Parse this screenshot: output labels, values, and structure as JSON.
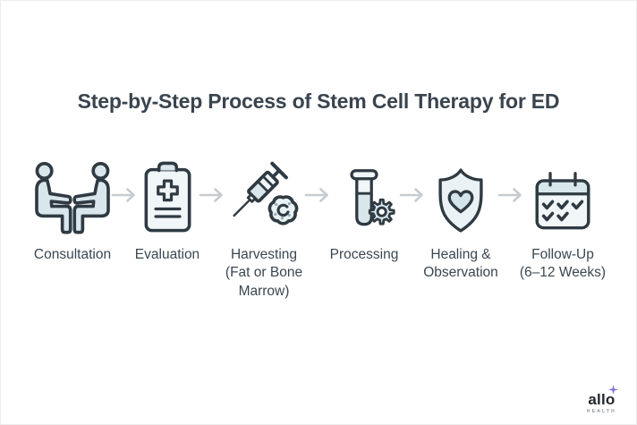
{
  "title": "Step-by-Step Process of Stem Cell Therapy for ED",
  "steps": [
    {
      "name": "consultation",
      "label": "Consultation",
      "sublabel": "",
      "icon": "two-people-consultation-icon"
    },
    {
      "name": "evaluation",
      "label": "Evaluation",
      "sublabel": "",
      "icon": "medical-clipboard-icon"
    },
    {
      "name": "harvesting",
      "label": "Harvesting",
      "sublabel": "(Fat or Bone Marrow)",
      "icon": "syringe-fat-cell-icon"
    },
    {
      "name": "processing",
      "label": "Processing",
      "sublabel": "",
      "icon": "test-tube-gear-icon"
    },
    {
      "name": "healing",
      "label": "Healing &",
      "sublabel": "Observation",
      "icon": "shield-heart-icon"
    },
    {
      "name": "followup",
      "label": "Follow-Up",
      "sublabel": "(6–12 Weeks)",
      "icon": "calendar-checks-icon"
    }
  ],
  "logo": {
    "brand": "allo",
    "tagline": "HEALTH"
  },
  "colors": {
    "background": "#ffffff",
    "text": "#3a4651",
    "icon_outline": "#2f3a42",
    "icon_fill_light": "#f1f6f8",
    "icon_fill_blue": "#d9e7ec",
    "icon_fill_pale_blue": "#eaf2f5",
    "arrow": "#c7ccd0",
    "logo_text": "#23262e",
    "logo_sparkle": "#7f6fe0",
    "logo_tagline": "#8d96a3"
  }
}
